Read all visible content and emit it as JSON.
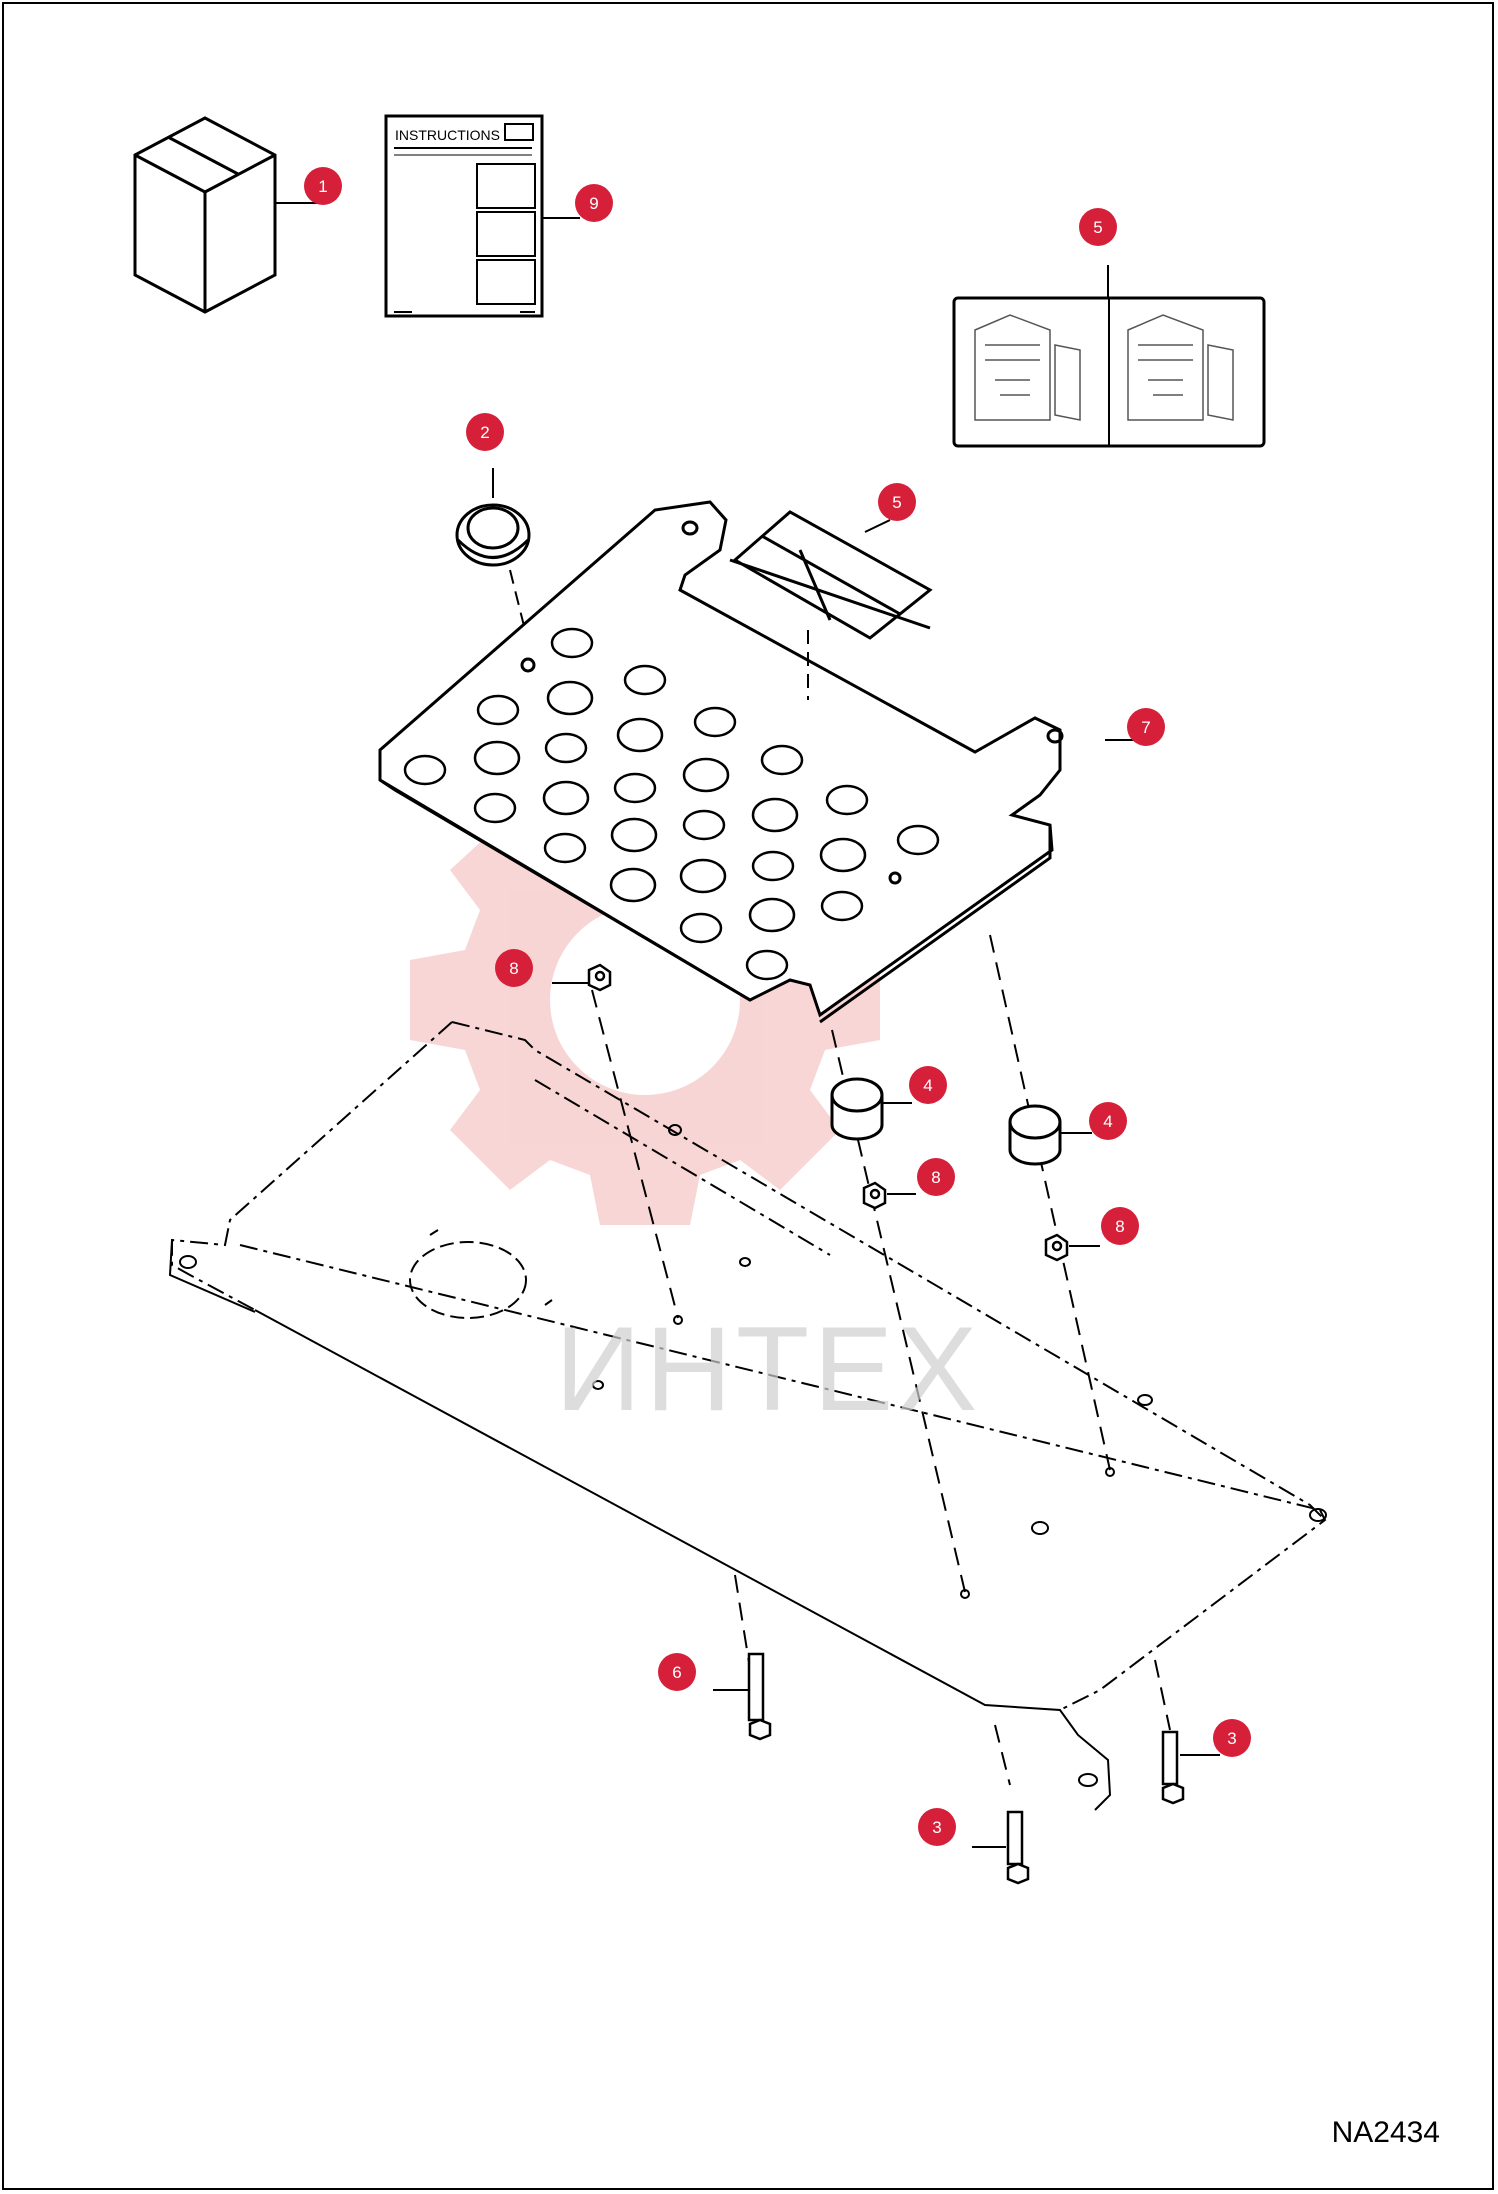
{
  "figure_code": "NA2434",
  "watermark_text": "ИНТЕХ",
  "instructions_heading": "INSTRUCTIONS",
  "accent_color": "#d6203a",
  "watermark_color": "#f2b5b5",
  "callouts": [
    {
      "id": "callout-1",
      "number": "1"
    },
    {
      "id": "callout-9",
      "number": "9"
    },
    {
      "id": "callout-5a",
      "number": "5"
    },
    {
      "id": "callout-2",
      "number": "2"
    },
    {
      "id": "callout-5b",
      "number": "5"
    },
    {
      "id": "callout-7",
      "number": "7"
    },
    {
      "id": "callout-8a",
      "number": "8"
    },
    {
      "id": "callout-4a",
      "number": "4"
    },
    {
      "id": "callout-4b",
      "number": "4"
    },
    {
      "id": "callout-8b",
      "number": "8"
    },
    {
      "id": "callout-8c",
      "number": "8"
    },
    {
      "id": "callout-6",
      "number": "6"
    },
    {
      "id": "callout-3a",
      "number": "3"
    },
    {
      "id": "callout-3b",
      "number": "3"
    }
  ],
  "labels": {
    "c1": "1",
    "c9": "9",
    "c5a": "5",
    "c2": "2",
    "c5b": "5",
    "c7": "7",
    "c8a": "8",
    "c4a": "4",
    "c4b": "4",
    "c8b": "8",
    "c8c": "8",
    "c6": "6",
    "c3a": "3",
    "c3b": "3"
  }
}
